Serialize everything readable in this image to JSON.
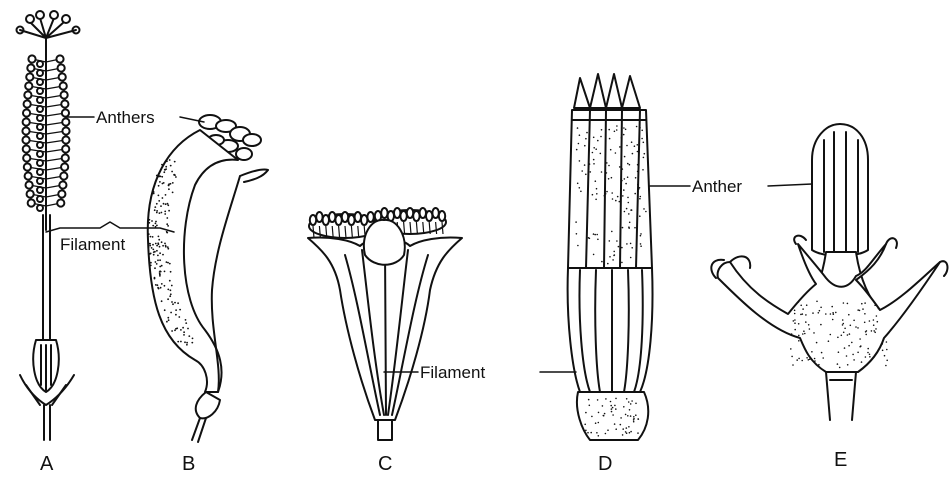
{
  "labels": {
    "anthers": "Anthers",
    "filament_left": "Filament",
    "filament_center": "Filament",
    "anther": "Anther"
  },
  "captions": {
    "a": "A",
    "b": "B",
    "c": "C",
    "d": "D",
    "e": "E"
  }
}
